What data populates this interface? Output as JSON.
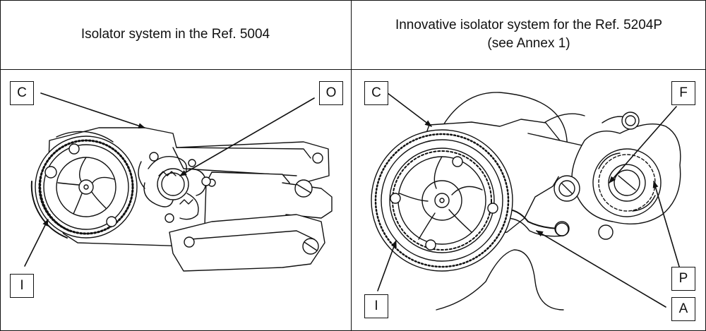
{
  "headers": {
    "left": "Isolator system in the Ref. 5004",
    "right_line1": "Innovative isolator system for the Ref. 5204P",
    "right_line2": "(see Annex 1)"
  },
  "left_panel": {
    "labels": {
      "c": "C",
      "o": "O",
      "i": "I"
    }
  },
  "right_panel": {
    "labels": {
      "c": "C",
      "f": "F",
      "i": "I",
      "p": "P",
      "a": "A"
    }
  },
  "colors": {
    "line": "#111111",
    "background": "#ffffff"
  }
}
